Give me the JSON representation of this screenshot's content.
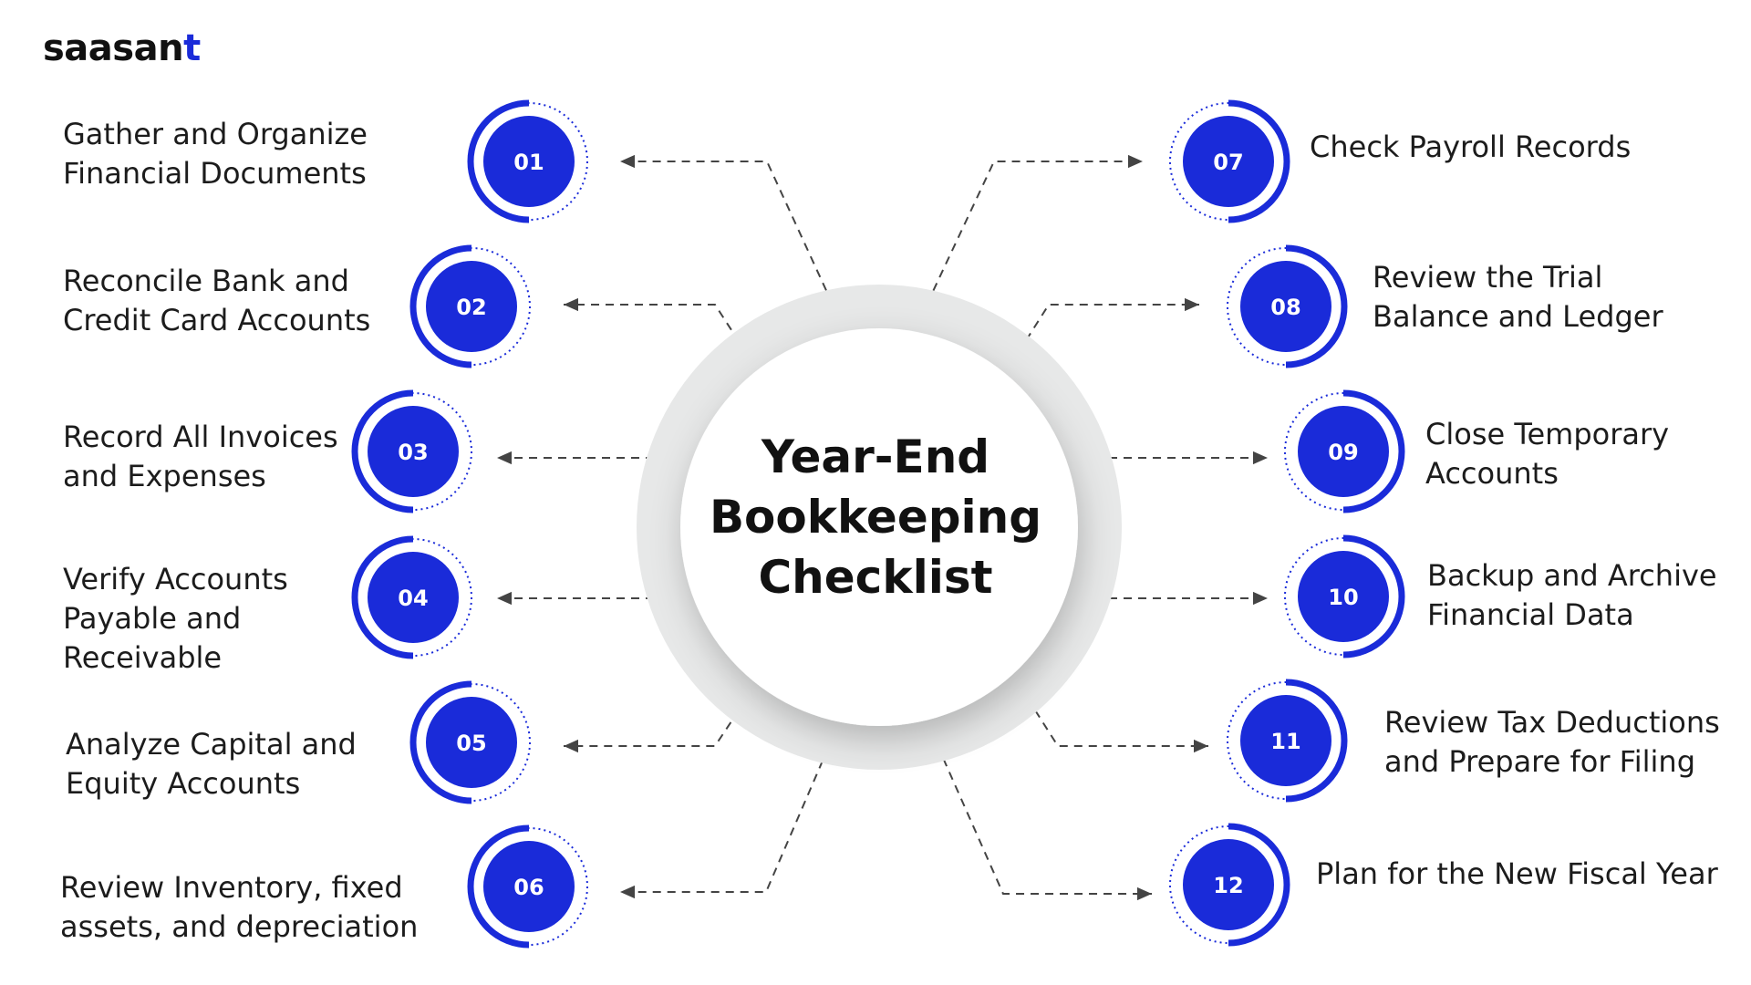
{
  "brand": {
    "logo_main": "saasan",
    "logo_accent": "t"
  },
  "title": {
    "line1": "Year-End",
    "line2": "Bookkeeping",
    "line3": "Checklist"
  },
  "colors": {
    "accent": "#1a2bd9",
    "ring_gray": "#e7e8e8",
    "connector": "#444444",
    "text": "#1c1c1c"
  },
  "items": [
    {
      "num": "01",
      "text": "Gather and Organize Financial Documents",
      "side": "left"
    },
    {
      "num": "02",
      "text": "Reconcile Bank and Credit Card Accounts",
      "side": "left"
    },
    {
      "num": "03",
      "text": "Record All Invoices and Expenses",
      "side": "left"
    },
    {
      "num": "04",
      "text": "Verify Accounts Payable and Receivable",
      "side": "left"
    },
    {
      "num": "05",
      "text": "Analyze Capital and Equity Accounts",
      "side": "left"
    },
    {
      "num": "06",
      "text": "Review Inventory, fixed assets, and depreciation",
      "side": "left"
    },
    {
      "num": "07",
      "text": "Check Payroll Records",
      "side": "right"
    },
    {
      "num": "08",
      "text": "Review the Trial Balance and Ledger",
      "side": "right"
    },
    {
      "num": "09",
      "text": "Close Temporary Accounts",
      "side": "right"
    },
    {
      "num": "10",
      "text": "Backup and Archive Financial Data",
      "side": "right"
    },
    {
      "num": "11",
      "text": "Review Tax Deductions and Prepare for Filing",
      "side": "right"
    },
    {
      "num": "12",
      "text": "Plan for the New Fiscal Year",
      "side": "right"
    }
  ]
}
